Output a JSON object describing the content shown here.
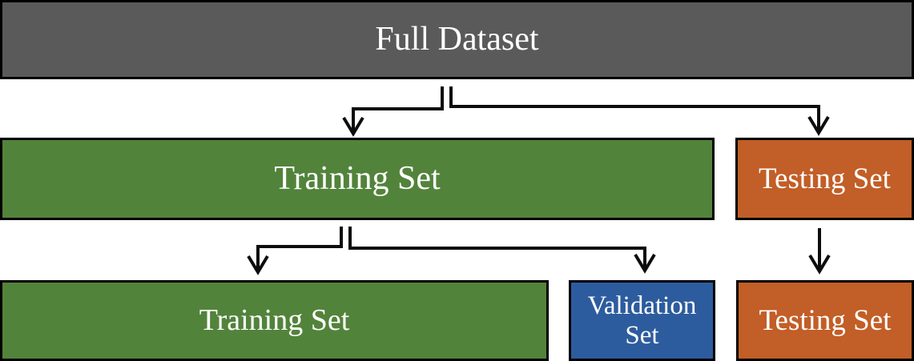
{
  "diagram": {
    "description": "Dataset splitting flow diagram",
    "nodes": {
      "full_dataset": {
        "label": "Full Dataset",
        "color": "gray"
      },
      "training_mid": {
        "label": "Training Set",
        "color": "green"
      },
      "testing_mid": {
        "label": "Testing Set",
        "color": "orange"
      },
      "training_bottom": {
        "label": "Training Set",
        "color": "green"
      },
      "validation": {
        "label": "Validation Set",
        "color": "blue"
      },
      "testing_bottom": {
        "label": "Testing Set",
        "color": "orange"
      }
    },
    "edges": [
      {
        "from": "full_dataset",
        "to": "training_mid"
      },
      {
        "from": "full_dataset",
        "to": "testing_mid"
      },
      {
        "from": "training_mid",
        "to": "training_bottom"
      },
      {
        "from": "training_mid",
        "to": "validation"
      },
      {
        "from": "testing_mid",
        "to": "testing_bottom"
      }
    ]
  },
  "colors": {
    "gray": "#5A5A5A",
    "green": "#52833B",
    "orange": "#C25E27",
    "blue": "#2D5C9E",
    "border": "#000000",
    "arrow": "#0D0D0D",
    "label_text": "#FFFFFF",
    "background": "#FFFFFF"
  }
}
